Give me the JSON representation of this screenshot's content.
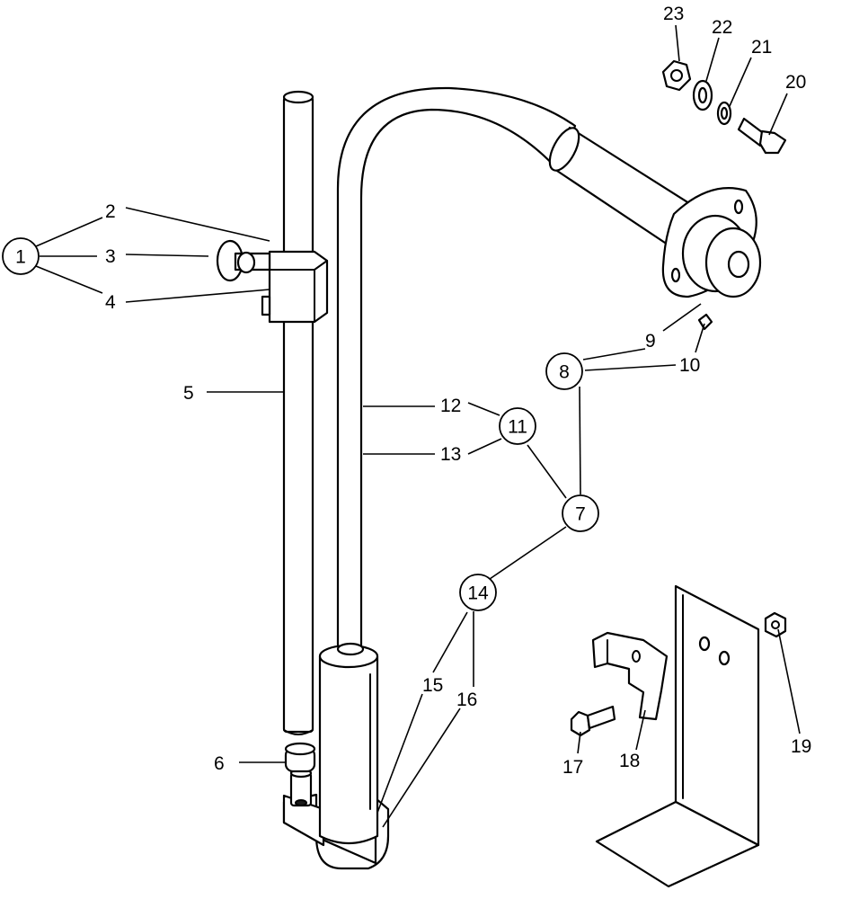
{
  "callouts": [
    "1",
    "7",
    "8",
    "11",
    "14"
  ],
  "labels": [
    "2",
    "3",
    "4",
    "5",
    "6",
    "9",
    "10",
    "12",
    "13",
    "15",
    "16",
    "17",
    "18",
    "19",
    "20",
    "21",
    "22",
    "23"
  ],
  "colors": {
    "line": "#000000",
    "background": "#ffffff"
  }
}
